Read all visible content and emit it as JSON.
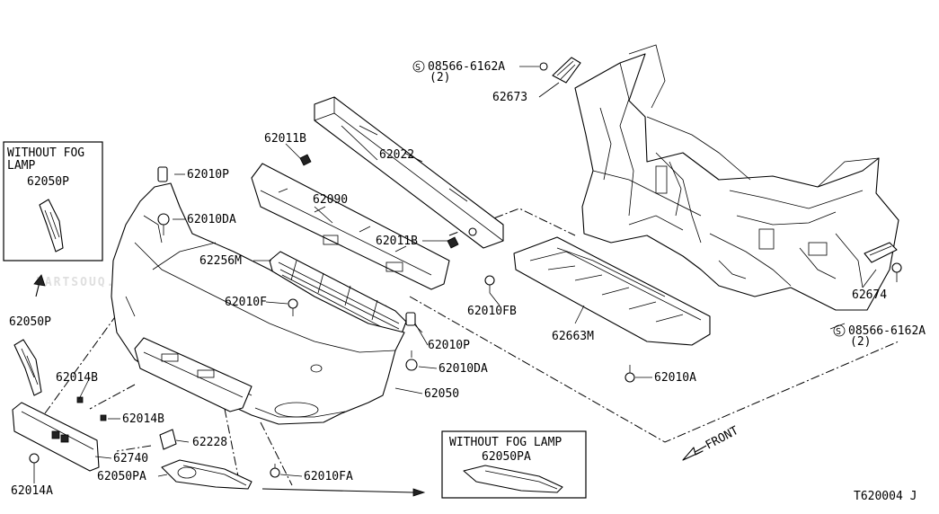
{
  "watermark": "PARTSOUQ.COM",
  "diagram_code": "T620004 J",
  "front_label": "FRONT",
  "inset_left": {
    "title_line1": "WITHOUT FOG",
    "title_line2": "LAMP",
    "part": "62050P"
  },
  "inset_right": {
    "title": "WITHOUT FOG LAMP",
    "part": "62050PA"
  },
  "bolt_ref_top": {
    "code": "08566-6162A",
    "qty": "(2)"
  },
  "bolt_ref_right": {
    "code": "08566-6162A",
    "qty": "(2)"
  },
  "parts": {
    "p62673": "62673",
    "p62011B_top": "62011B",
    "p62022": "62022",
    "p62010P_top": "62010P",
    "p62090": "62090",
    "p62010DA_top": "62010DA",
    "p62011B_mid": "62011B",
    "p62256M": "62256M",
    "p62010F": "62010F",
    "p62010FB": "62010FB",
    "p62050P_left": "62050P",
    "p62663M": "62663M",
    "p62674": "62674",
    "p62014B_a": "62014B",
    "p62010P_mid": "62010P",
    "p62010DA_mid": "62010DA",
    "p62010A": "62010A",
    "p62050": "62050",
    "p62014B_b": "62014B",
    "p62228": "62228",
    "p62740": "62740",
    "p62050PA": "62050PA",
    "p62010FA": "62010FA",
    "p62014A": "62014A"
  }
}
